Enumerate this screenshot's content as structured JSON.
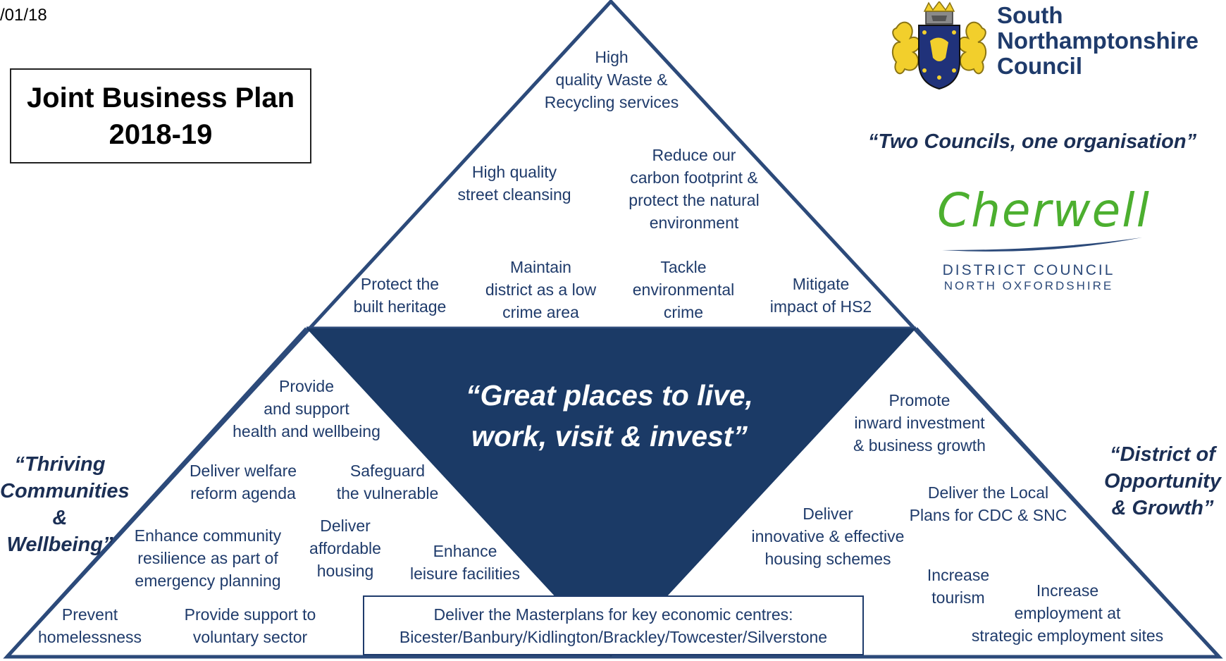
{
  "date": "/01/18",
  "title": "Joint Business Plan\n2018-19",
  "tagline": "“Two Councils, one organisation”",
  "center_quote": "“Great places to live,\nwork, visit & invest”",
  "left_theme": "“Thriving\nCommunities\n& Wellbeing”",
  "right_theme": "“District of\nOpportunity\n& Growth”",
  "south_northants": {
    "name": "South\nNorthamptonshire\nCouncil",
    "crest_icon": "coat-of-arms-icon"
  },
  "cherwell": {
    "name": "Cherwell",
    "line1": "DISTRICT COUNCIL",
    "line2": "NORTH OXFORDSHIRE",
    "color": "#4caf2f"
  },
  "colors": {
    "navy": "#1f3b6b",
    "dark_triangle": "#1b3a66"
  },
  "top_items": {
    "waste": "High\nquality Waste &\nRecycling services",
    "street": "High quality\nstreet cleansing",
    "carbon": "Reduce our\ncarbon footprint &\nprotect the natural\nenvironment",
    "heritage": "Protect the\nbuilt heritage",
    "crime": "Maintain\ndistrict as a low\ncrime area",
    "env_crime": "Tackle\nenvironmental\ncrime",
    "hs2": "Mitigate\nimpact of HS2"
  },
  "left_items": {
    "health": "Provide\nand support\nhealth and wellbeing",
    "welfare": "Deliver welfare\nreform agenda",
    "vulnerable": "Safeguard\nthe vulnerable",
    "resilience": "Enhance community\nresilience as part of\nemergency planning",
    "housing": "Deliver\naffordable\nhousing",
    "leisure": "Enhance\nleisure facilities",
    "homeless": "Prevent\nhomelessness",
    "voluntary": "Provide support to\nvoluntary sector"
  },
  "right_items": {
    "investment": "Promote\ninward investment\n& business growth",
    "local_plans": "Deliver the Local\nPlans for CDC & SNC",
    "innovative": "Deliver\ninnovative & effective\nhousing schemes",
    "tourism": "Increase\ntourism",
    "employment": "Increase\nemployment at\nstrategic employment sites"
  },
  "masterplan": "Deliver the Masterplans for key economic centres:\nBicester/Banbury/Kidlington/Brackley/Towcester/Silverstone"
}
